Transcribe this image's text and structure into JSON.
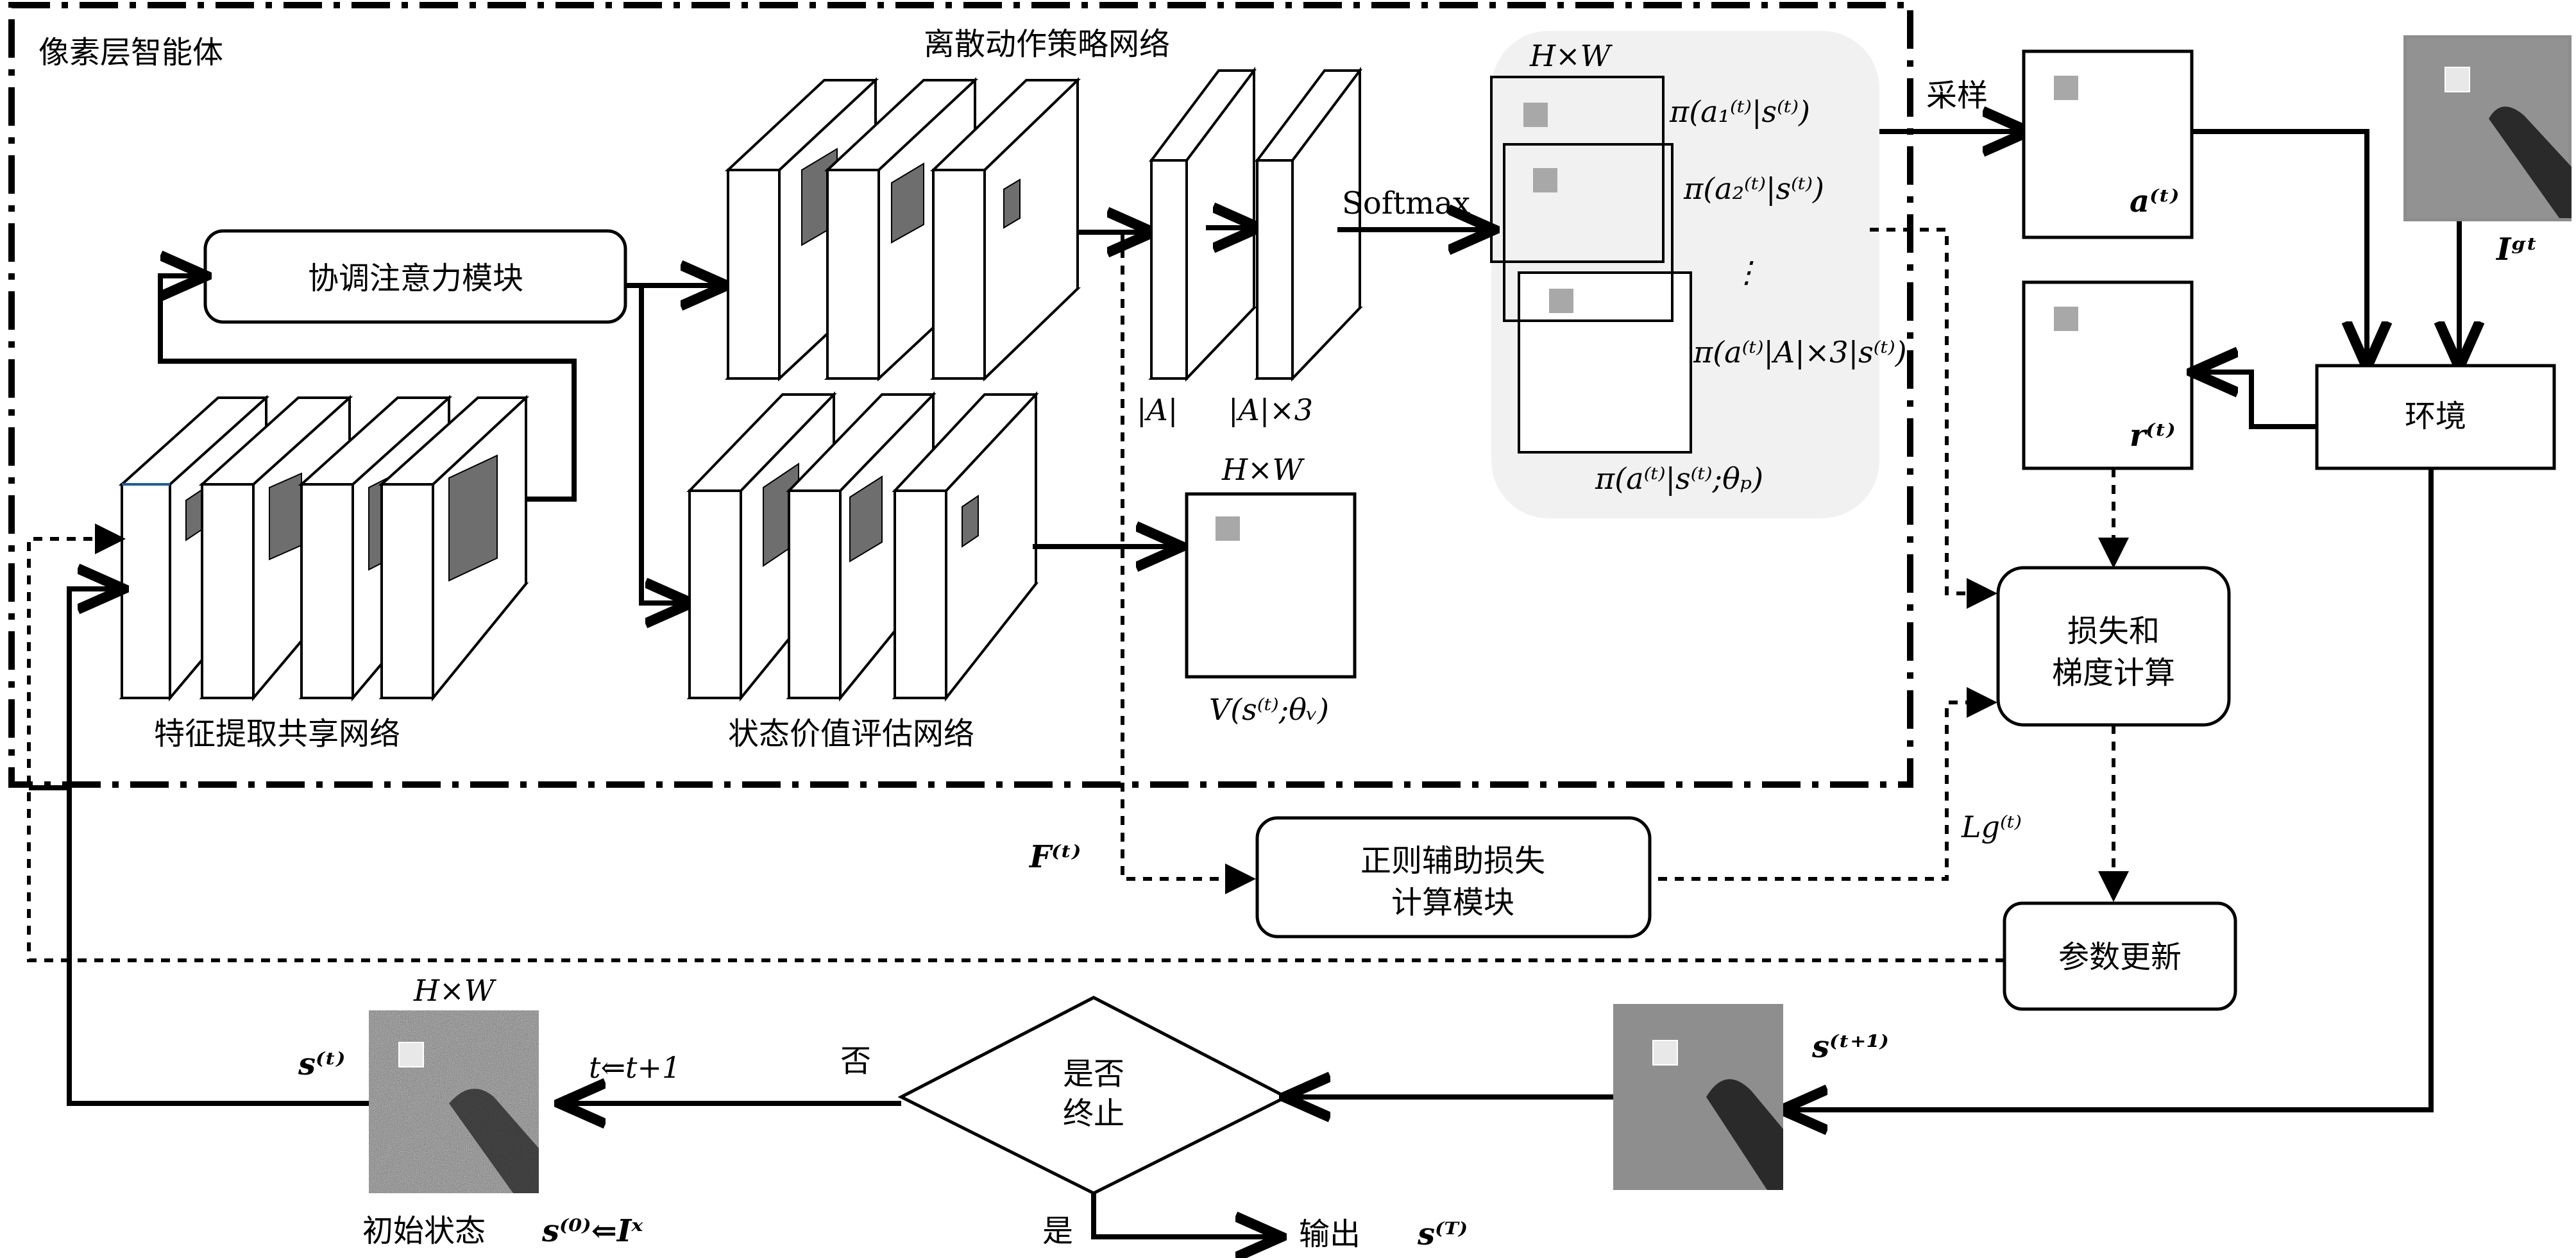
{
  "labels": {
    "pixel_agent": "像素层智能体",
    "policy_net": "离散动作策略网络",
    "attention_module": "协调注意力模块",
    "feature_net": "特征提取共享网络",
    "value_net": "状态价值评估网络",
    "softmax": "Softmax",
    "sampling": "采样",
    "environment": "环境",
    "loss_grad_l1": "损失和",
    "loss_grad_l2": "梯度计算",
    "reg_loss_l1": "正则辅助损失",
    "reg_loss_l2": "计算模块",
    "param_update": "参数更新",
    "terminate_l1": "是否",
    "terminate_l2": "终止",
    "no": "否",
    "yes": "是",
    "output": "输出",
    "init_state": "初始状态",
    "step_update": "t⇐t+1",
    "hw": "H×W",
    "action_dim": "|A|",
    "action_dim3": "|A|×3"
  },
  "math": {
    "pi1": "π(a₁⁽ᵗ⁾|s⁽ᵗ⁾)",
    "pi2": "π(a₂⁽ᵗ⁾|s⁽ᵗ⁾)",
    "pi3": "π(a⁽ᵗ⁾|A|×3|s⁽ᵗ⁾)",
    "ellipsis": "⋮",
    "pi_total": "π(a⁽ᵗ⁾|s⁽ᵗ⁾;θₚ)",
    "value": "V(s⁽ᵗ⁾;θᵥ)",
    "action": "a⁽ᵗ⁾",
    "reward": "r⁽ᵗ⁾",
    "gt": "Iᵍᵗ",
    "feature": "F⁽ᵗ⁾",
    "lg": "Lg⁽ᵗ⁾",
    "next_state": "s⁽ᵗ⁺¹⁾",
    "state": "s⁽ᵗ⁾",
    "init_assign": "s⁽⁰⁾⇐Iˣ",
    "final_state": "s⁽ᵀ⁾"
  }
}
